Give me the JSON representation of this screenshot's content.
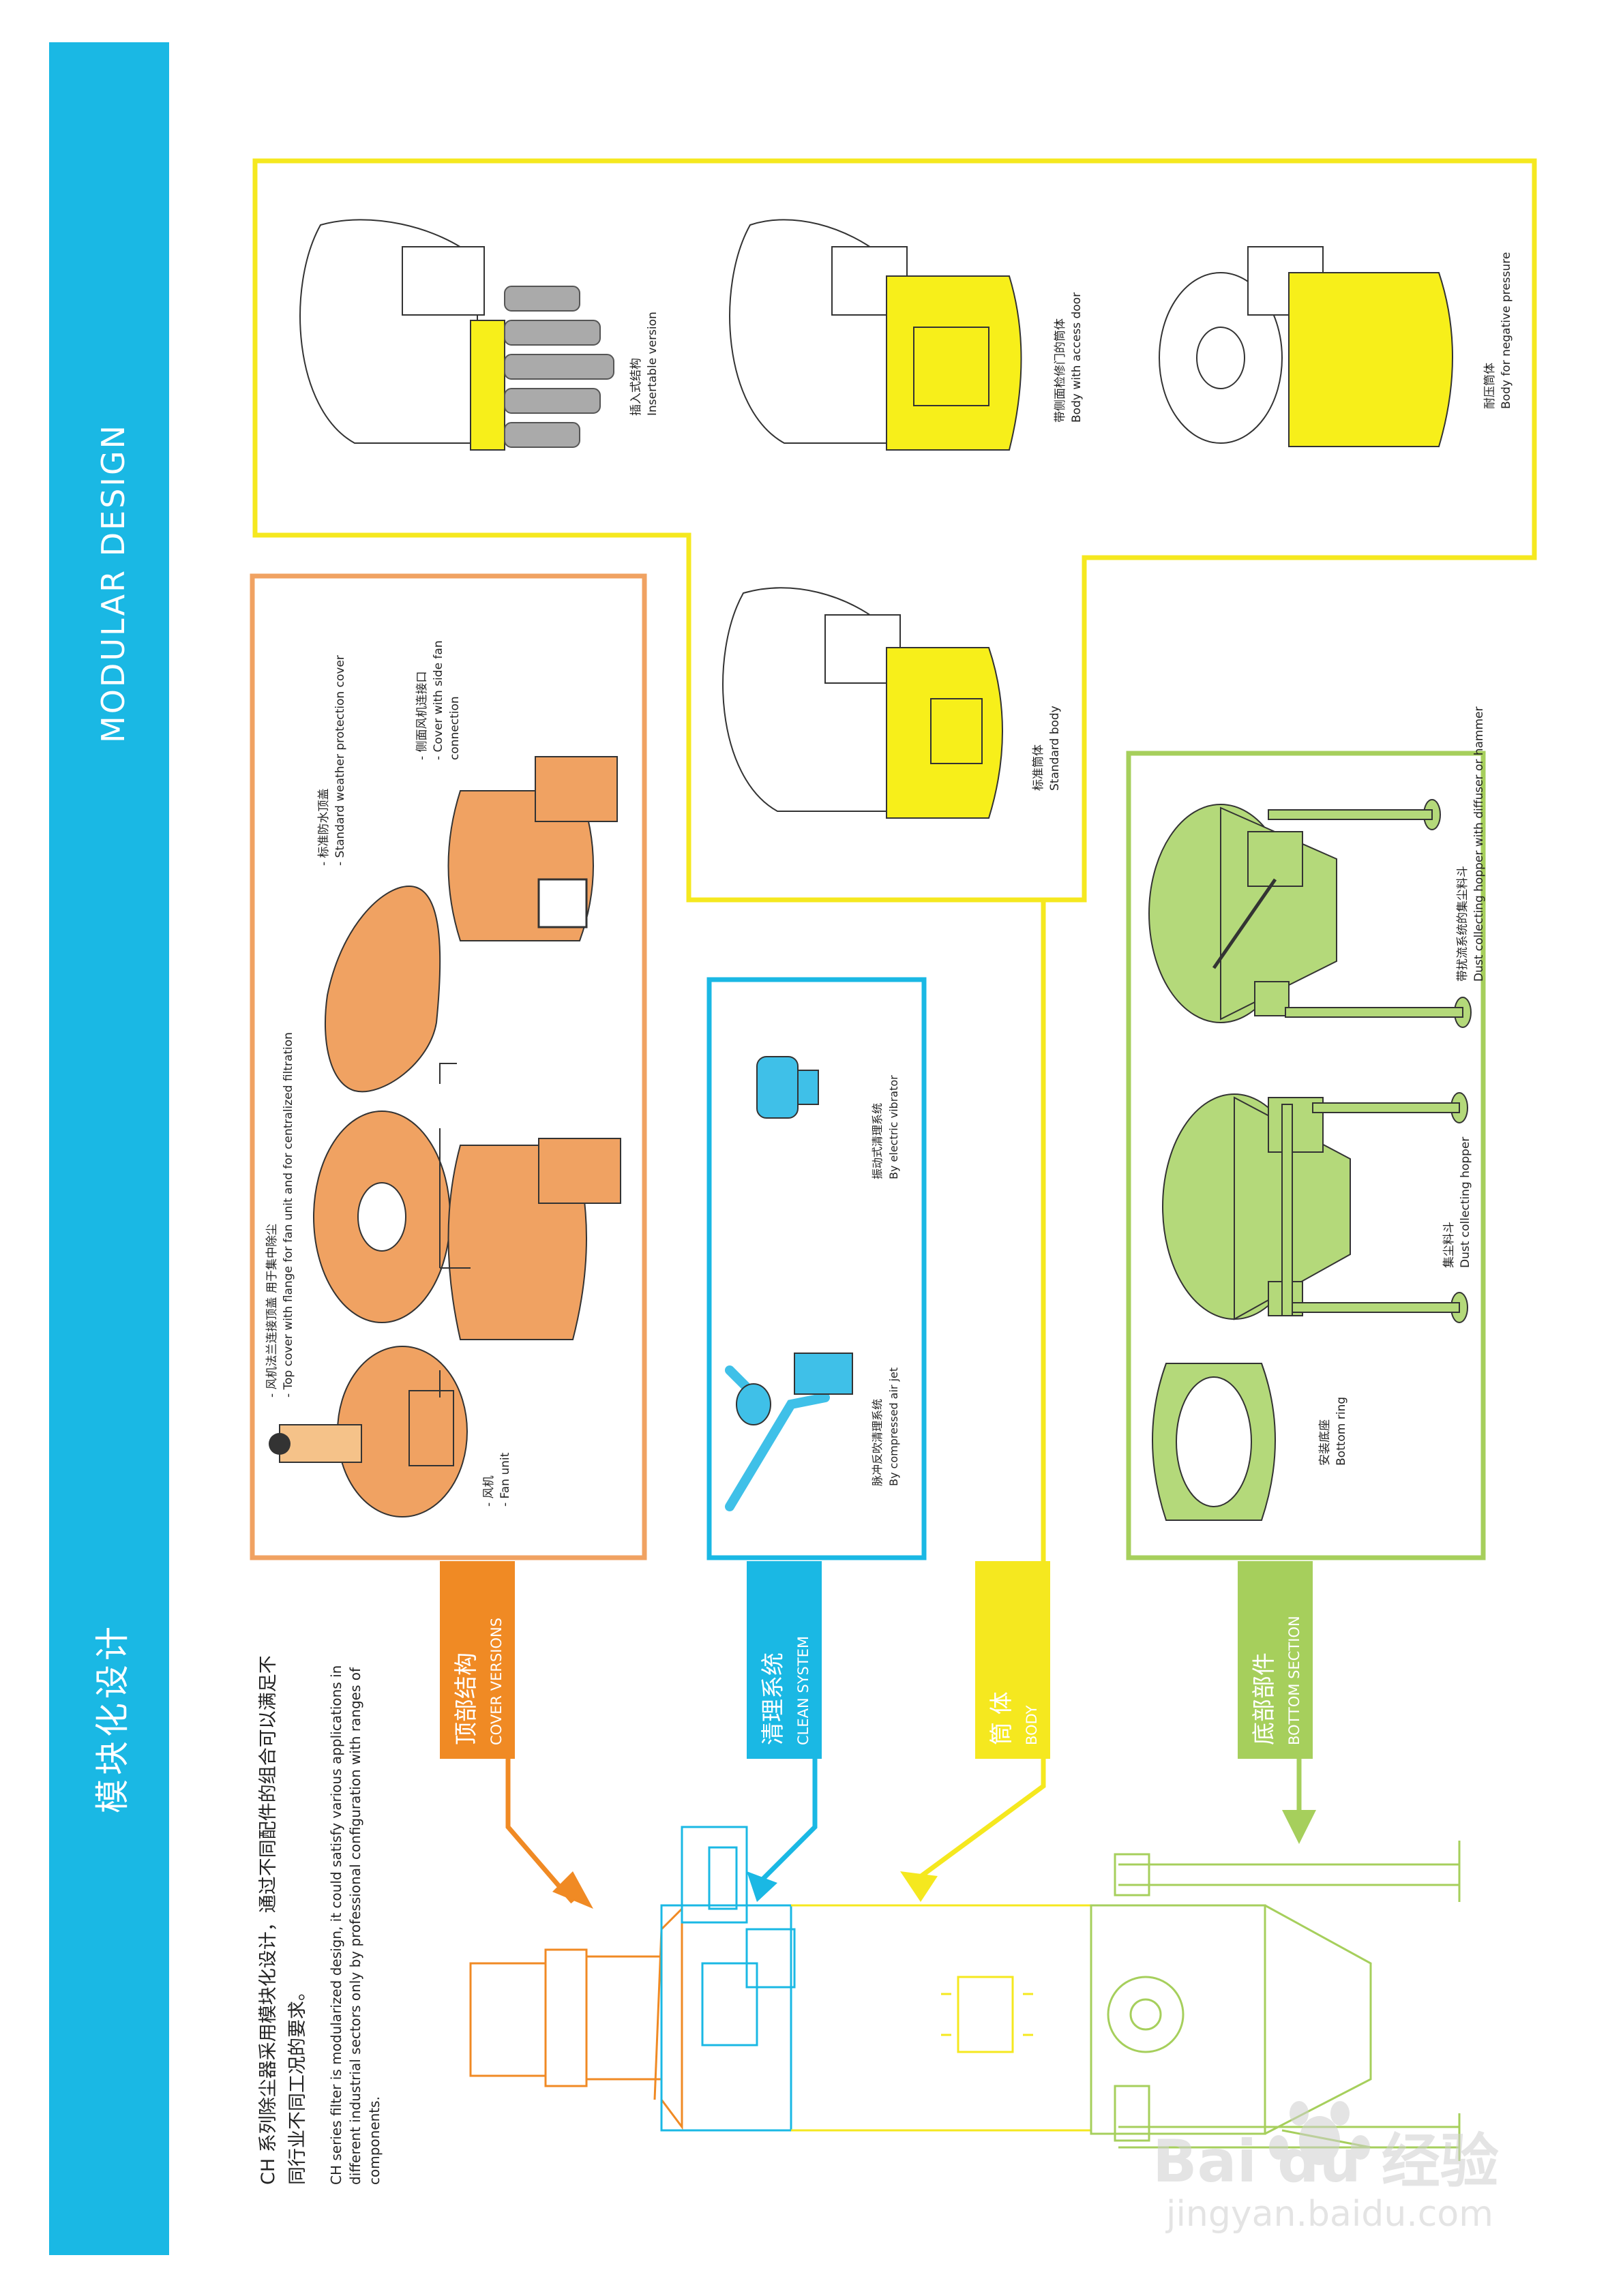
{
  "brochure": {
    "title_cn": "模块化设计",
    "title_en": "MODULAR DESIGN",
    "intro_cn_1": "CH 系列除尘器采用模块化设计，通过不同配件的组合可以满足不",
    "intro_cn_2": "同行业不同工况的要求。",
    "intro_en_1": "CH series filter is modularized design, it could satisfy various applications in",
    "intro_en_2": "different industrial sectors only by professional configuration with ranges of",
    "intro_en_3": "components."
  },
  "colors": {
    "cyan": "#1ab8e4",
    "orange": "#f0a262",
    "orange_dark": "#f08a24",
    "yellow": "#f5e81f",
    "yellow_fill": "#f7ef1a",
    "green": "#a6cf5c",
    "green_fill": "#b4d97a",
    "blue": "#3fc0e8"
  },
  "sections": {
    "cover": {
      "title_cn": "顶部结构",
      "title_en": "COVER VERSIONS",
      "items": {
        "fan_unit_cn": "- 风机",
        "fan_unit_en": "- Fan unit",
        "top_cover_cn": "- 风机法兰连接顶盖 用于集中除尘",
        "top_cover_en": "- Top cover with flange for fan unit and for centralized filtration",
        "weather_cn": "- 标准防水顶盖",
        "weather_en": "- Standard weather protection cover",
        "side_fan_cn": "- 侧面风机连接口",
        "side_fan_en_1": "- Cover with side fan",
        "side_fan_en_2": "connection"
      }
    },
    "clean": {
      "title_cn": "清理系统",
      "title_en": "CLEAN SYSTEM",
      "items": {
        "jet_cn": "脉冲反吹清理系统",
        "jet_en": "By compressed air jet",
        "vib_cn": "振动式清理系统",
        "vib_en": "By electric vibrator"
      }
    },
    "body": {
      "title_cn": "筒 体",
      "title_en": "BODY",
      "items": {
        "insert_cn": "插入式结构",
        "insert_en": "Insertable version",
        "access_cn": "带侧面检修门的筒体",
        "access_en": "Body with access door",
        "neg_cn": "耐压筒体",
        "neg_en": "Body for negative pressure",
        "std_cn": "标准筒体",
        "std_en": "Standard body"
      }
    },
    "bottom": {
      "title_cn": "底部部件",
      "title_en": "BOTTOM SECTION",
      "items": {
        "ring_cn": "安装底座",
        "ring_en": "Bottom ring",
        "hopper_cn": "集尘料斗",
        "hopper_en": "Dust collecting  hopper",
        "diffuser_cn": "带扰流系统的集尘料斗",
        "diffuser_en": "Dust collecting hopper with diffuser or hammer"
      }
    }
  },
  "watermark": {
    "logo_text": "Bai du 经验",
    "url": "jingyan.baidu.com"
  }
}
